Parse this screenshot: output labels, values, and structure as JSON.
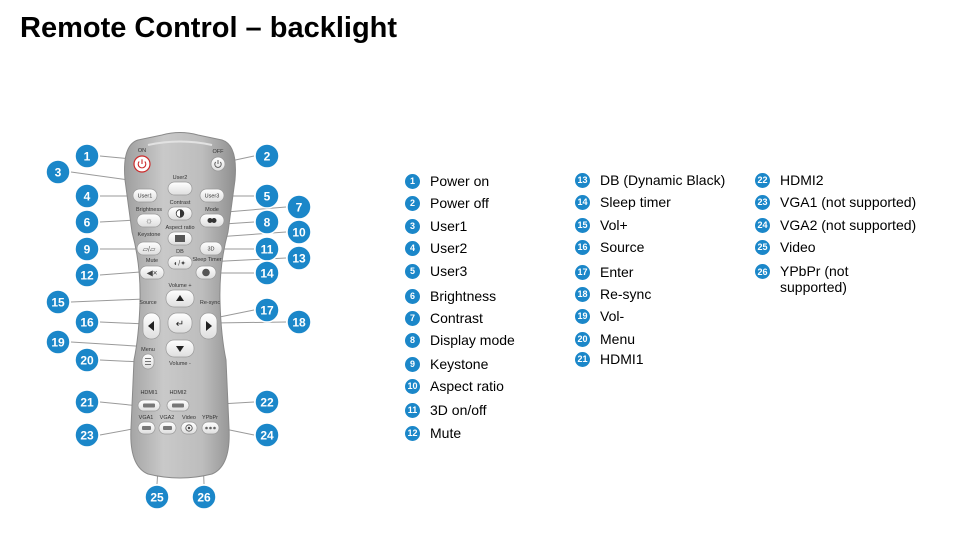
{
  "title": "Remote Control – backlight",
  "remote": {
    "labels": {
      "on": "ON",
      "off": "OFF",
      "user1": "User1",
      "user2": "User2",
      "user3": "User3",
      "contrast": "Contrast",
      "brightness": "Brightness",
      "mode": "Mode",
      "keystone": "Keystone",
      "aspect_ratio": "Aspect ratio",
      "three_d": "3D",
      "db": "DB",
      "mute": "Mute",
      "sleep_timer": "Sleep Timer",
      "volume_plus": "Volume +",
      "source": "Source",
      "resync": "Re-sync",
      "menu": "Menu",
      "volume_minus": "Volume -",
      "hdmi1": "HDMI1",
      "hdmi2": "HDMI2",
      "vga1": "VGA1",
      "vga2": "VGA2",
      "video": "Video",
      "ypbpr": "YPbPr"
    }
  },
  "callouts": [
    {
      "n": "1"
    },
    {
      "n": "2"
    },
    {
      "n": "3"
    },
    {
      "n": "4"
    },
    {
      "n": "5"
    },
    {
      "n": "6"
    },
    {
      "n": "7"
    },
    {
      "n": "8"
    },
    {
      "n": "9"
    },
    {
      "n": "10"
    },
    {
      "n": "11"
    },
    {
      "n": "12"
    },
    {
      "n": "13"
    },
    {
      "n": "14"
    },
    {
      "n": "15"
    },
    {
      "n": "16"
    },
    {
      "n": "17"
    },
    {
      "n": "18"
    },
    {
      "n": "19"
    },
    {
      "n": "20"
    },
    {
      "n": "21"
    },
    {
      "n": "22"
    },
    {
      "n": "23"
    },
    {
      "n": "24"
    },
    {
      "n": "25"
    },
    {
      "n": "26"
    }
  ],
  "legend": [
    {
      "num": "1",
      "text": "Power on"
    },
    {
      "num": "2",
      "text": "Power off"
    },
    {
      "num": "3",
      "text": "User1"
    },
    {
      "num": "4",
      "text": "User2"
    },
    {
      "num": "5",
      "text": "User3"
    },
    {
      "num": "6",
      "text": "Brightness"
    },
    {
      "num": "7",
      "text": "Contrast"
    },
    {
      "num": "8",
      "text": "Display mode"
    },
    {
      "num": "9",
      "text": "Keystone"
    },
    {
      "num": "10",
      "text": "Aspect ratio"
    },
    {
      "num": "11",
      "text": "3D on/off"
    },
    {
      "num": "12",
      "text": "Mute"
    },
    {
      "num": "13",
      "text": "DB (Dynamic Black)"
    },
    {
      "num": "14",
      "text": "Sleep timer"
    },
    {
      "num": "15",
      "text": "Vol+"
    },
    {
      "num": "16",
      "text": "Source"
    },
    {
      "num": "17",
      "text": "Enter"
    },
    {
      "num": "18",
      "text": "Re-sync"
    },
    {
      "num": "19",
      "text": "Vol-"
    },
    {
      "num": "20",
      "text": "Menu"
    },
    {
      "num": "21",
      "text": "HDMI1"
    },
    {
      "num": "22",
      "text": "HDMI2"
    },
    {
      "num": "23",
      "text": "VGA1 (not supported)"
    },
    {
      "num": "24",
      "text": "VGA2 (not supported)"
    },
    {
      "num": "25",
      "text": "Video"
    },
    {
      "num": "26",
      "text": "YPbPr (not supported)"
    }
  ],
  "colors": {
    "callout": "#1b87c9",
    "remote_body": "#b4b4b4",
    "power": "#cc2b2b"
  }
}
